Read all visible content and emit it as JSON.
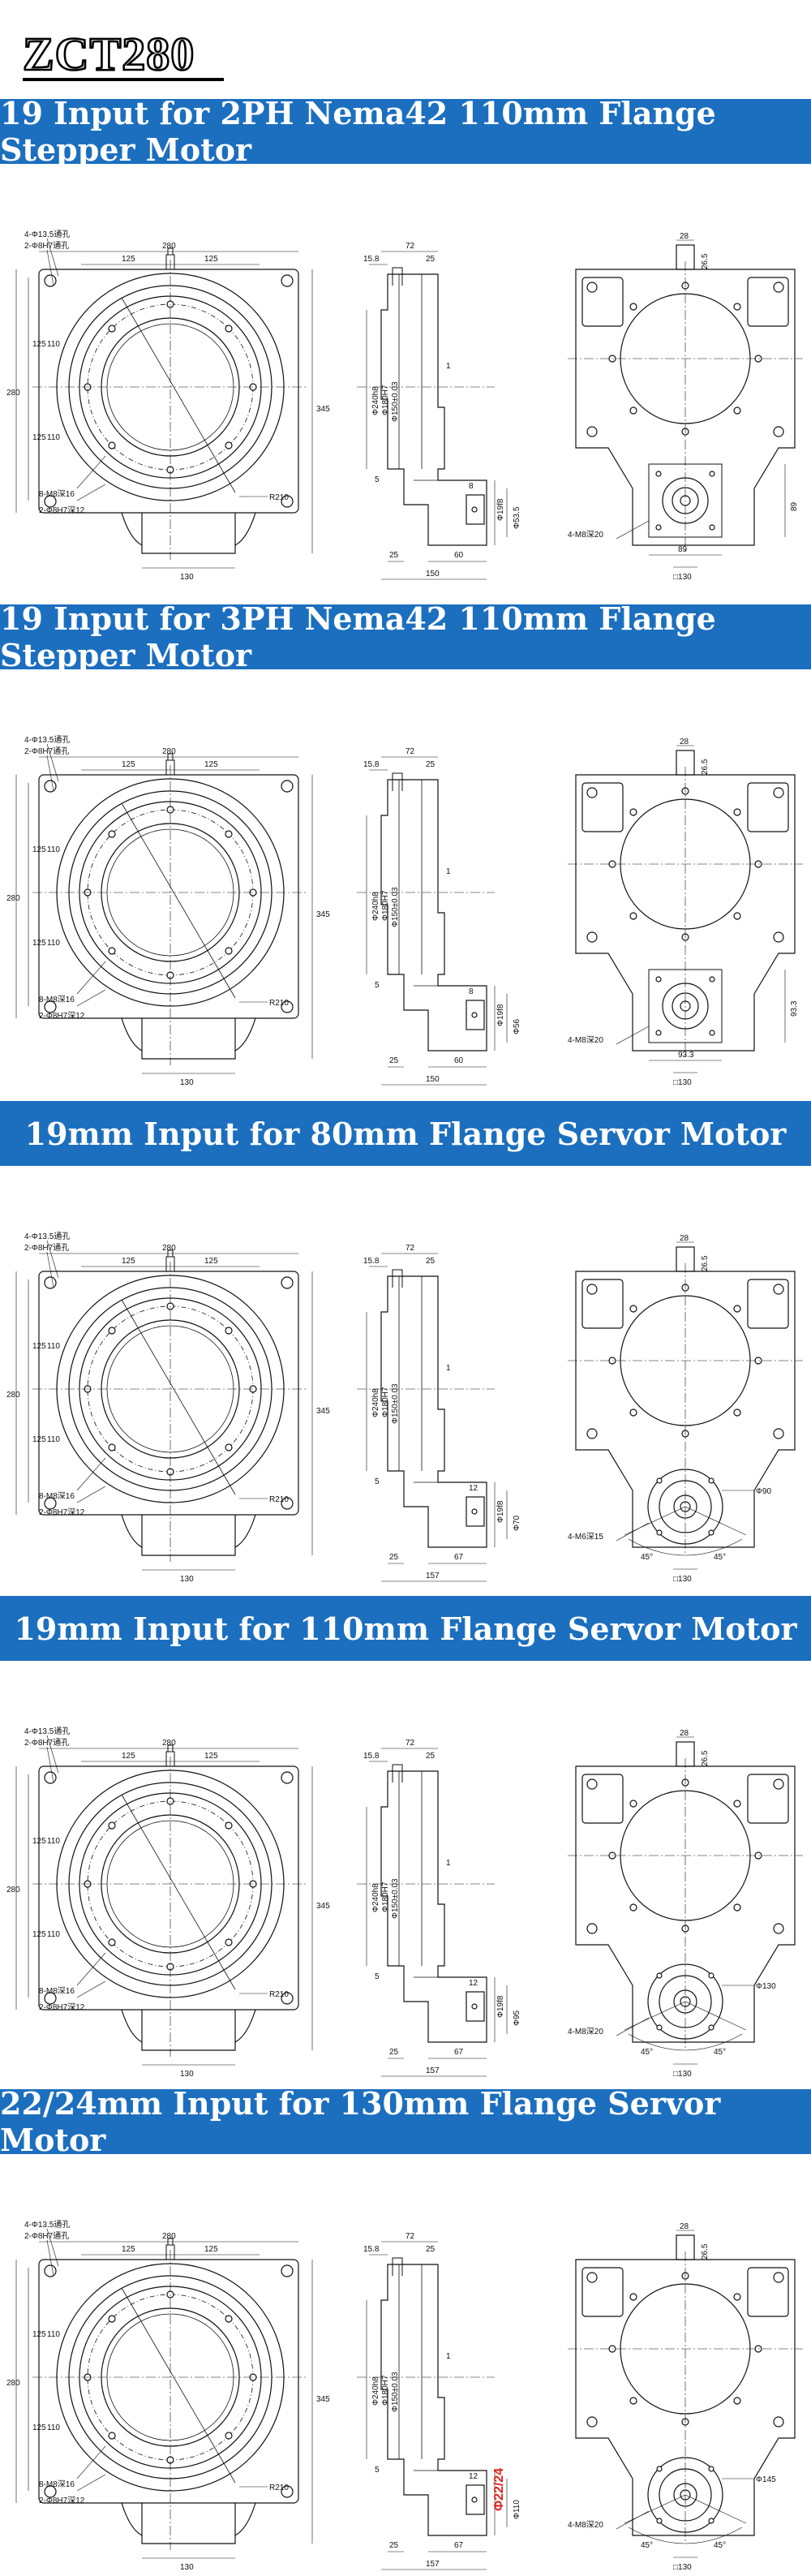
{
  "header": {
    "logo": "ZCT280"
  },
  "sections": [
    {
      "title": "19 Input for 2PH Nema42 110mm Flange Stepper Motor",
      "variant": "stepper",
      "front": {
        "top_width": "280",
        "half_a": "125",
        "half_b": "125",
        "height": "280",
        "side_a": "125",
        "side_b": "110",
        "side_c": "125",
        "side_d": "110",
        "right": "345",
        "bottom": "130",
        "hole_note_1": "4-Φ13.5通孔",
        "hole_note_2": "2-Φ8H7通孔",
        "thread_note": "8-M8深16",
        "pin_note": "2-Φ8H7深12",
        "radius": "R210"
      },
      "side": {
        "top": "72",
        "left_top": "15.8",
        "right_top": "25",
        "dia_1": "Φ240h8",
        "dia_2": "Φ180H7",
        "dia_3": "Φ150±0.03",
        "gap": "1",
        "out_1": "8",
        "out_2": "Φ19f8",
        "out_3": "Φ53.5",
        "bottom_small": "5",
        "bottom_a": "25",
        "bottom_b": "60",
        "bottom_total": "150"
      },
      "rear": {
        "top": "28",
        "small": "26.5",
        "motor_w": "89",
        "motor_h": "89",
        "holes": "4-M8深20",
        "base": "□130"
      }
    },
    {
      "title": "19 Input for 3PH Nema42 110mm Flange Stepper Motor",
      "variant": "stepper",
      "front": {
        "top_width": "280",
        "half_a": "125",
        "half_b": "125",
        "height": "280",
        "side_a": "125",
        "side_b": "110",
        "side_c": "125",
        "side_d": "110",
        "right": "345",
        "bottom": "130",
        "hole_note_1": "4-Φ13.5通孔",
        "hole_note_2": "2-Φ8H7通孔",
        "thread_note": "8-M8深16",
        "pin_note": "2-Φ8H7深12",
        "radius": "R210"
      },
      "side": {
        "top": "72",
        "left_top": "15.8",
        "right_top": "25",
        "dia_1": "Φ240h8",
        "dia_2": "Φ180H7",
        "dia_3": "Φ150±0.03",
        "gap": "1",
        "out_1": "8",
        "out_2": "Φ19f8",
        "out_3": "Φ56",
        "bottom_small": "5",
        "bottom_a": "25",
        "bottom_b": "60",
        "bottom_total": "150"
      },
      "rear": {
        "top": "28",
        "small": "26.5",
        "motor_w": "93.3",
        "motor_h": "93.3",
        "holes": "4-M8深20",
        "base": "□130"
      }
    },
    {
      "title": "19mm Input for 80mm Flange Servor Motor",
      "variant": "servo",
      "front": {
        "top_width": "280",
        "half_a": "125",
        "half_b": "125",
        "height": "280",
        "side_a": "125",
        "side_b": "110",
        "side_c": "125",
        "side_d": "110",
        "right": "345",
        "bottom": "130",
        "hole_note_1": "4-Φ13.5通孔",
        "hole_note_2": "2-Φ8H7通孔",
        "thread_note": "8-M8深16",
        "pin_note": "2-Φ8H7深12",
        "radius": "R210"
      },
      "side": {
        "top": "72",
        "left_top": "15.8",
        "right_top": "25",
        "dia_1": "Φ240h8",
        "dia_2": "Φ180H7",
        "dia_3": "Φ150±0.03",
        "gap": "1",
        "out_1": "12",
        "out_2": "Φ19f8",
        "out_3": "Φ70",
        "bottom_small": "5",
        "bottom_a": "25",
        "bottom_b": "67",
        "bottom_total": "157"
      },
      "rear": {
        "top": "28",
        "small": "26.5",
        "pcd": "Φ90",
        "holes": "4-M6深15",
        "angle_l": "45°",
        "angle_r": "45°",
        "base": "□130"
      }
    },
    {
      "title": "19mm Input for 110mm Flange Servor Motor",
      "variant": "servo",
      "front": {
        "top_width": "280",
        "half_a": "125",
        "half_b": "125",
        "height": "280",
        "side_a": "125",
        "side_b": "110",
        "side_c": "125",
        "side_d": "110",
        "right": "345",
        "bottom": "130",
        "hole_note_1": "4-Φ13.5通孔",
        "hole_note_2": "2-Φ8H7通孔",
        "thread_note": "8-M8深16",
        "pin_note": "2-Φ8H7深12",
        "radius": "R210"
      },
      "side": {
        "top": "72",
        "left_top": "15.8",
        "right_top": "25",
        "dia_1": "Φ240h8",
        "dia_2": "Φ180H7",
        "dia_3": "Φ150±0.03",
        "gap": "1",
        "out_1": "12",
        "out_2": "Φ19f8",
        "out_3": "Φ95",
        "bottom_small": "5",
        "bottom_a": "25",
        "bottom_b": "67",
        "bottom_total": "157"
      },
      "rear": {
        "top": "28",
        "small": "26.5",
        "pcd": "Φ130",
        "holes": "4-M8深20",
        "angle_l": "45°",
        "angle_r": "45°",
        "base": "□130"
      }
    },
    {
      "title": "22/24mm Input for 130mm Flange Servor Motor",
      "variant": "servo",
      "front": {
        "top_width": "280",
        "half_a": "125",
        "half_b": "125",
        "height": "280",
        "side_a": "125",
        "side_b": "110",
        "side_c": "125",
        "side_d": "110",
        "right": "345",
        "bottom": "130",
        "hole_note_1": "4-Φ13.5通孔",
        "hole_note_2": "2-Φ8H7通孔",
        "thread_note": "8-M8深16",
        "pin_note": "2-Φ8H7深12",
        "radius": "R210"
      },
      "side": {
        "top": "72",
        "left_top": "15.8",
        "right_top": "25",
        "dia_1": "Φ240h8",
        "dia_2": "Φ180H7",
        "dia_3": "Φ150±0.03",
        "gap": "1",
        "out_1": "12",
        "out_2": "Φ22/24",
        "out_3": "Φ110",
        "bottom_small": "5",
        "bottom_a": "25",
        "bottom_b": "67",
        "bottom_total": "157"
      },
      "rear": {
        "top": "28",
        "small": "26.5",
        "pcd": "Φ145",
        "holes": "4-M8深20",
        "angle_l": "45°",
        "angle_r": "45°",
        "base": "□130"
      }
    }
  ],
  "colors": {
    "banner": "#1c6fbf",
    "banner_text": "#ffffff",
    "line": "#111111",
    "highlight": "#e0241b"
  }
}
